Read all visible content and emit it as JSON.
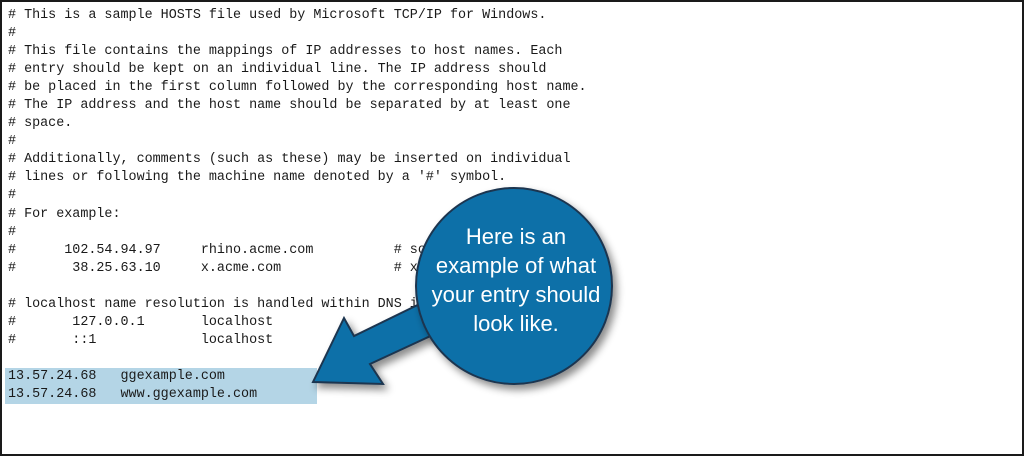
{
  "hosts_file": {
    "lines": [
      "# This is a sample HOSTS file used by Microsoft TCP/IP for Windows.",
      "#",
      "# This file contains the mappings of IP addresses to host names. Each",
      "# entry should be kept on an individual line. The IP address should",
      "# be placed in the first column followed by the corresponding host name.",
      "# The IP address and the host name should be separated by at least one",
      "# space.",
      "#",
      "# Additionally, comments (such as these) may be inserted on individual",
      "# lines or following the machine name denoted by a '#' symbol.",
      "#",
      "# For example:",
      "#",
      "#      102.54.94.97     rhino.acme.com          # source server",
      "#       38.25.63.10     x.acme.com              # x client host",
      "",
      "# localhost name resolution is handled within DNS itself.",
      "#       127.0.0.1       localhost",
      "#       ::1             localhost",
      ""
    ],
    "highlighted_lines": [
      "13.57.24.68   ggexample.com",
      "13.57.24.68   www.ggexample.com"
    ]
  },
  "callout": {
    "lines": [
      "Here is an",
      "example of what",
      "your entry should",
      "look like."
    ],
    "fill_color": "#0e6fa8",
    "border_color": "#1b3550",
    "highlight_color": "#b4d5e6"
  }
}
